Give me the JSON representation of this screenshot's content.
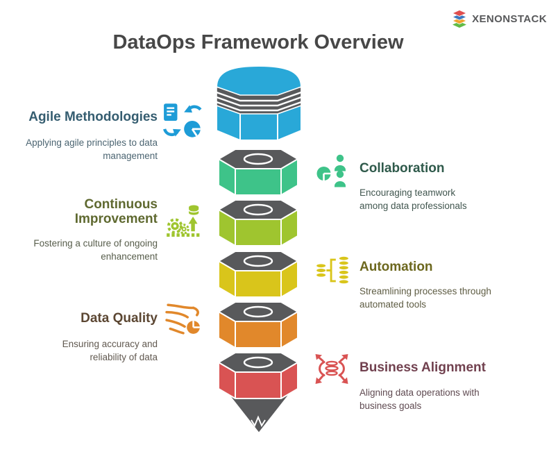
{
  "brand": {
    "name": "XENONSTACK",
    "logo_icon": "stacked-layers-icon",
    "text_color": "#58595b",
    "layer_colors": [
      "#e04f4f",
      "#3f7ac0",
      "#f0a32e",
      "#62bb46"
    ]
  },
  "title": "DataOps Framework Overview",
  "funnel": {
    "shape": "pencil-stack",
    "hardware_color": "#58595b",
    "tip_color": "#58595b",
    "segments": [
      {
        "name": "agile-methodologies",
        "color": "#29a8d8"
      },
      {
        "name": "collaboration",
        "color": "#3ec389"
      },
      {
        "name": "continuous-improvement",
        "color": "#9fc52f"
      },
      {
        "name": "automation",
        "color": "#d9c51b"
      },
      {
        "name": "data-quality",
        "color": "#e1882b"
      },
      {
        "name": "business-alignment",
        "color": "#d95353"
      }
    ]
  },
  "sections": {
    "left": [
      {
        "heading": "Agile Methodologies",
        "description": "Applying agile principles to data management",
        "icon": "document-sync-pie-icon",
        "icon_color": "#1e9cd7",
        "heading_color": "#355d70",
        "description_color": "#4c6572"
      },
      {
        "heading": "Continuous Improvement",
        "description": "Fostering a culture of ongoing enhancement",
        "icon": "gears-growth-icon",
        "icon_color": "#9fc52f",
        "heading_color": "#5f6930",
        "description_color": "#575d4b"
      },
      {
        "heading": "Data Quality",
        "description": "Ensuring accuracy and reliability of data",
        "icon": "data-stream-swirl-icon",
        "icon_color": "#e1882b",
        "heading_color": "#5c4733",
        "description_color": "#60584f"
      }
    ],
    "right": [
      {
        "heading": "Collaboration",
        "description": "Encouraging teamwork among data professionals",
        "icon": "team-pie-icon",
        "icon_color": "#3ec389",
        "heading_color": "#2f5a4b",
        "description_color": "#41564f"
      },
      {
        "heading": "Automation",
        "description": "Streamlining processes through automated tools",
        "icon": "database-pipeline-icon",
        "icon_color": "#d9c51b",
        "heading_color": "#6c671e",
        "description_color": "#5e5c43"
      },
      {
        "heading": "Business Alignment",
        "description": "Aligning data operations with business goals",
        "icon": "expand-arrows-data-icon",
        "icon_color": "#d95353",
        "heading_color": "#71414f",
        "description_color": "#5f4a51"
      }
    ]
  }
}
